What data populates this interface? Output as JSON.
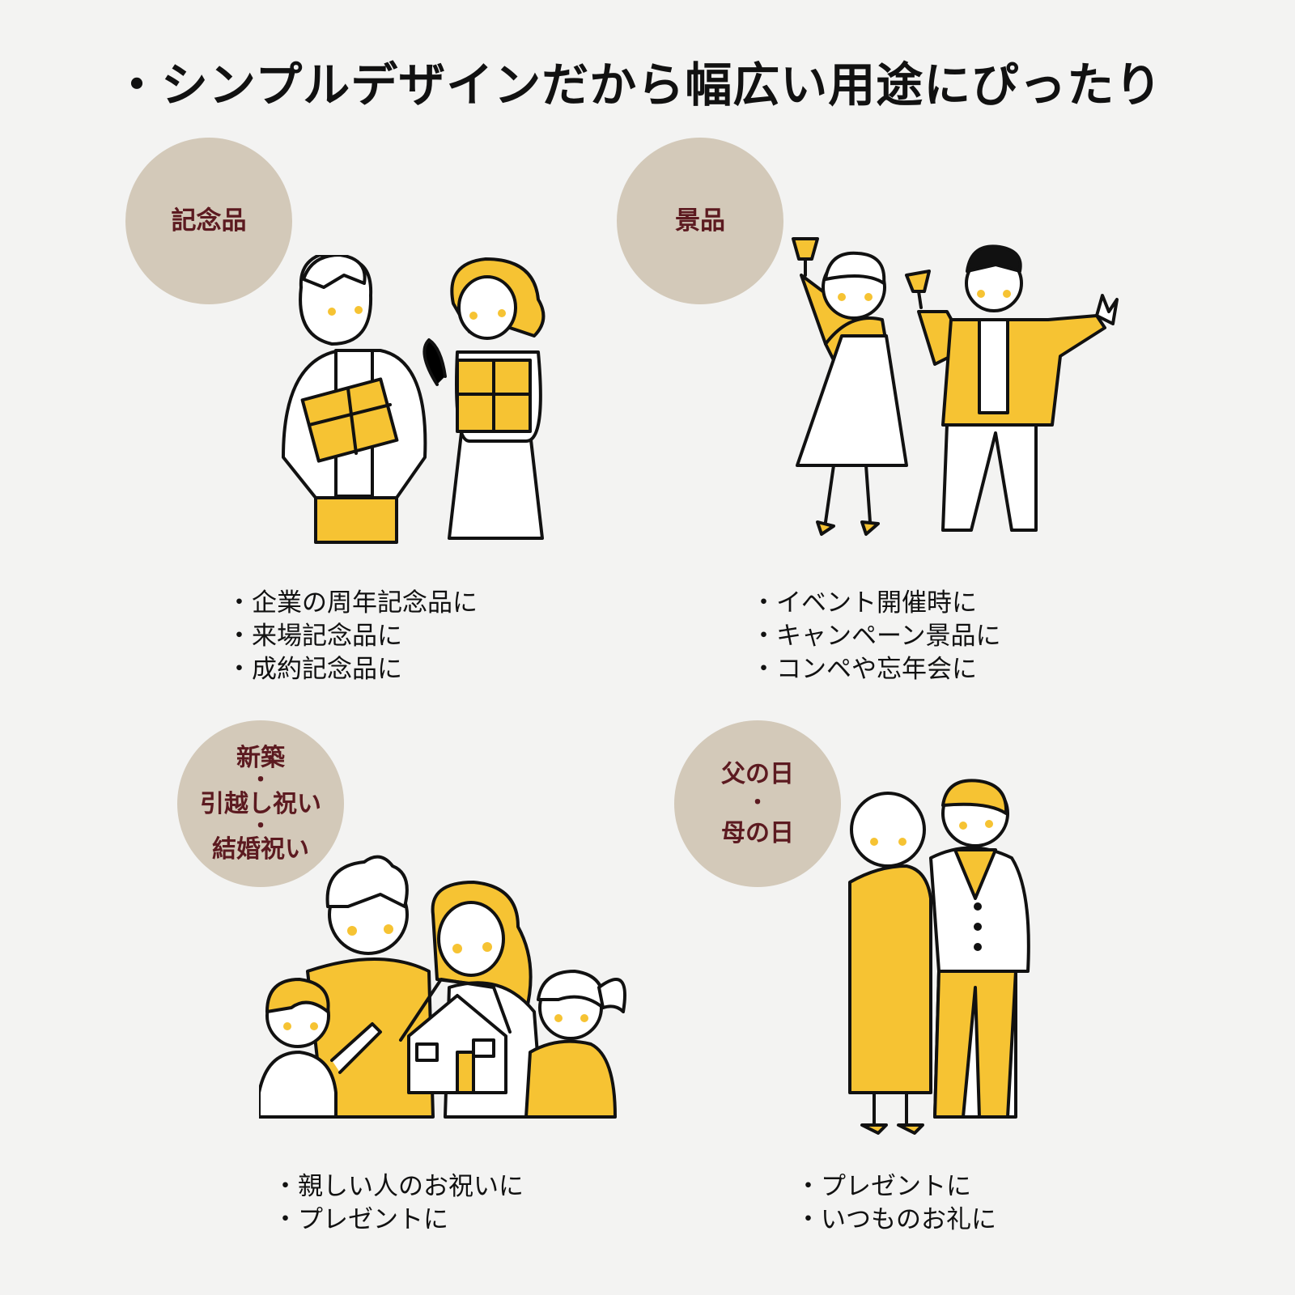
{
  "heading": "・シンプルデザインだから幅広い用途にぴったり",
  "colors": {
    "background": "#f3f3f2",
    "badge": "#d3c9b9",
    "badge_text": "#5c1a20",
    "accent_yellow": "#f6c333",
    "line": "#111111"
  },
  "sections": [
    {
      "badge_lines": [
        "記念品"
      ],
      "illustration_icon": "couple-exchanging-gifts-illustration",
      "items": [
        "企業の周年記念品に",
        "来場記念品に",
        "成約記念品に"
      ]
    },
    {
      "badge_lines": [
        "景品"
      ],
      "illustration_icon": "couple-toasting-illustration",
      "items": [
        "イベント開催時に",
        "キャンペーン景品に",
        "コンペや忘年会に"
      ]
    },
    {
      "badge_lines": [
        "新築",
        "・",
        "引越し祝い",
        "・",
        "結婚祝い"
      ],
      "illustration_icon": "family-with-house-illustration",
      "items": [
        "親しい人のお祝いに",
        "プレゼントに"
      ]
    },
    {
      "badge_lines": [
        "父の日",
        "・",
        "母の日"
      ],
      "illustration_icon": "elderly-couple-illustration",
      "items": [
        "プレゼントに",
        "いつものお礼に"
      ]
    }
  ]
}
